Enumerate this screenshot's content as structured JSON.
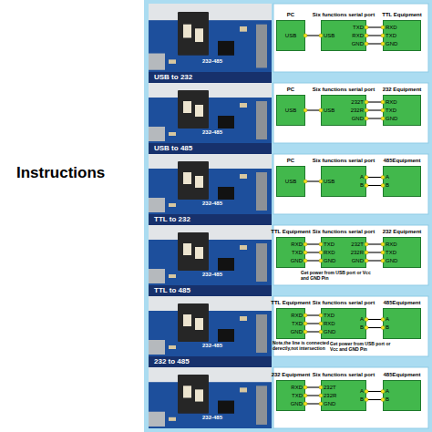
{
  "diagram": {
    "title": "Instructions",
    "nodes": [
      {
        "text": [
          "PC",
          "USB"
        ]
      },
      {
        "text": [
          "Six functions serial port",
          "USB",
          "TXD",
          "RXD",
          "GND"
        ]
      },
      {
        "text": [
          "TTL Equipment",
          "RXD",
          "TXD",
          "GND"
        ]
      },
      {
        "text": [
          "USB to 232"
        ]
      },
      {
        "text": [
          "PC",
          "USB"
        ]
      },
      {
        "text": [
          "Six functions serial port",
          "USB",
          "232T",
          "232R",
          "GND"
        ]
      },
      {
        "text": [
          "232 Equipment",
          "RXD",
          "TXD",
          "GND"
        ]
      },
      {
        "text": [
          "USB to 485"
        ]
      },
      {
        "text": [
          "PC",
          "USB"
        ]
      },
      {
        "text": [
          "Six functions serial port",
          "USB",
          "A",
          "B"
        ]
      },
      {
        "text": [
          "485Equipment",
          "A",
          "B"
        ]
      },
      {
        "text": [
          "TTL to 232"
        ]
      },
      {
        "text": [
          "TTL Equipment",
          "RXD",
          "TXD",
          "GND"
        ]
      },
      {
        "text": [
          "Six functions serial port",
          "TXD",
          "RXD",
          "GND",
          "232T",
          "232R",
          "GND"
        ]
      },
      {
        "text": [
          "232 Equipment",
          "RXD",
          "TXD",
          "GND"
        ]
      },
      {
        "text": [
          "TTL to 485"
        ]
      },
      {
        "text": [
          "TTL Equipment",
          "RXD",
          "TXD",
          "GND"
        ]
      },
      {
        "text": [
          "Six functions serial port",
          "TXD",
          "RXD",
          "GND",
          "A",
          "B"
        ]
      },
      {
        "text": [
          "485Equipment",
          "A",
          "B"
        ]
      },
      {
        "text": [
          "232 to 485"
        ]
      },
      {
        "text": [
          "232 Equipment",
          "RXD",
          "TXD",
          "GND"
        ]
      },
      {
        "text": [
          "Six functions serial port",
          "232T",
          "232R",
          "GND",
          "A",
          "B"
        ]
      },
      {
        "text": [
          "485Equipment",
          "A",
          "B"
        ]
      }
    ],
    "edges": [
      {
        "from": 0,
        "to": 1,
        "arrow": "none"
      },
      {
        "from": 1,
        "to": 2,
        "arrow": "none"
      },
      {
        "from": 1,
        "to": 2,
        "arrow": "none"
      },
      {
        "from": 1,
        "to": 2,
        "arrow": "none"
      },
      {
        "from": 4,
        "to": 5,
        "arrow": "none"
      },
      {
        "from": 5,
        "to": 6,
        "arrow": "none"
      },
      {
        "from": 5,
        "to": 6,
        "arrow": "none"
      },
      {
        "from": 5,
        "to": 6,
        "arrow": "none"
      },
      {
        "from": 8,
        "to": 9,
        "arrow": "none"
      },
      {
        "from": 9,
        "to": 10,
        "arrow": "none"
      },
      {
        "from": 9,
        "to": 10,
        "arrow": "none"
      },
      {
        "from": 12,
        "to": 13,
        "arrow": "none"
      },
      {
        "from": 12,
        "to": 13,
        "arrow": "none"
      },
      {
        "from": 12,
        "to": 13,
        "arrow": "none"
      },
      {
        "from": 13,
        "to": 14,
        "arrow": "none"
      },
      {
        "from": 13,
        "to": 14,
        "arrow": "none"
      },
      {
        "from": 13,
        "to": 14,
        "arrow": "none"
      },
      {
        "from": 16,
        "to": 17,
        "arrow": "none"
      },
      {
        "from": 16,
        "to": 17,
        "arrow": "none"
      },
      {
        "from": 16,
        "to": 17,
        "arrow": "none"
      },
      {
        "from": 17,
        "to": 18,
        "arrow": "none"
      },
      {
        "from": 17,
        "to": 18,
        "arrow": "none"
      },
      {
        "from": 20,
        "to": 21,
        "arrow": "none"
      },
      {
        "from": 20,
        "to": 21,
        "arrow": "none"
      },
      {
        "from": 20,
        "to": 21,
        "arrow": "none"
      },
      {
        "from": 21,
        "to": 22,
        "arrow": "none"
      },
      {
        "from": 21,
        "to": 22,
        "arrow": "none"
      }
    ],
    "labels": [
      "232-485",
      "232-485",
      "232-485",
      "232-485",
      "232-485",
      "232-485",
      "Get power from USB port or Vcc and GND Pin",
      "Note,the line is connected derectly,not intersection",
      "Get power from USB port or Vcc and GND Pin"
    ]
  }
}
